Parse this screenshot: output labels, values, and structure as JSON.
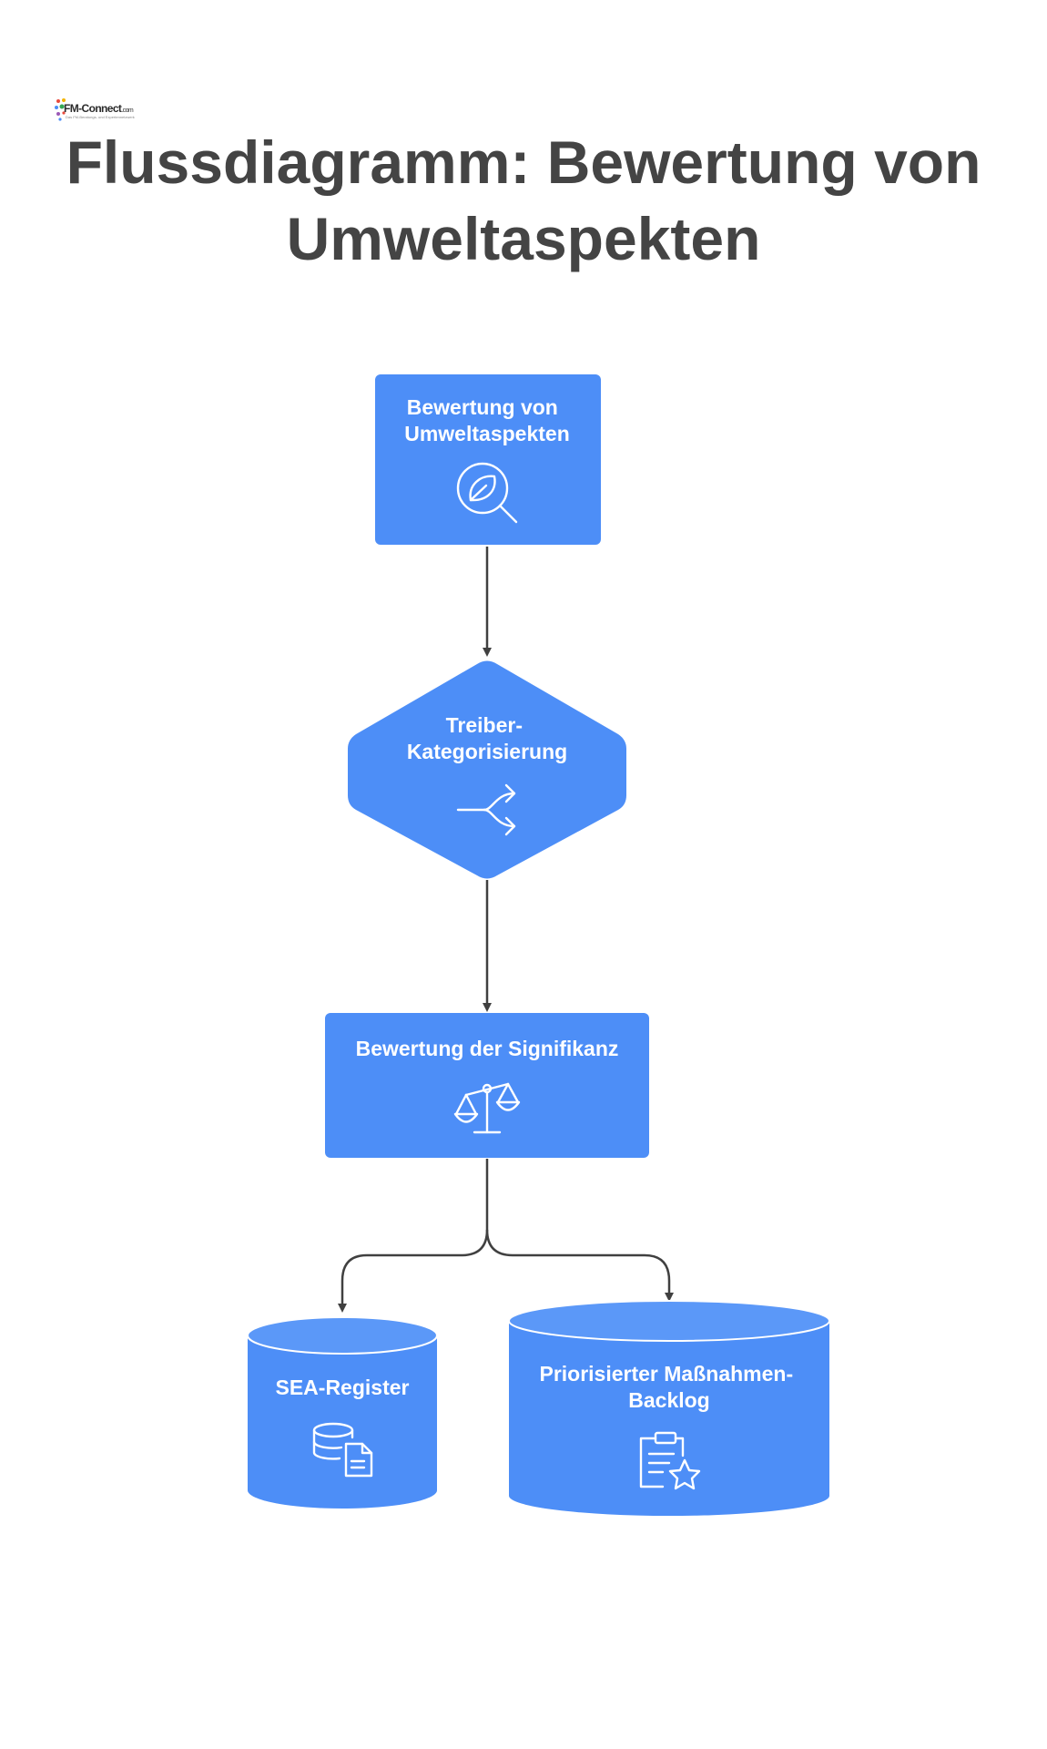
{
  "logo": {
    "text": "FM-Connect",
    "suffix": ".com",
    "tagline": "Das FM-Beratungs- und Expertennetzwerk"
  },
  "title": {
    "line1": "Flussdiagramm: Bewertung von",
    "line2": "Umweltaspekten"
  },
  "nodes": {
    "assessment": {
      "label_line1": "Bewertung von",
      "label_line2": "Umweltaspekten",
      "icon": "leaf-search-icon"
    },
    "categorization": {
      "label_line1": "Treiber-",
      "label_line2": "Kategorisierung",
      "icon": "split-arrows-icon"
    },
    "significance": {
      "label": "Bewertung der Signifikanz",
      "icon": "balance-scale-icon"
    },
    "sea_register": {
      "label": "SEA-Register",
      "icon": "database-document-icon"
    },
    "backlog": {
      "label_line1": "Priorisierter Maßnahmen-",
      "label_line2": "Backlog",
      "icon": "clipboard-star-icon"
    }
  },
  "colors": {
    "node_fill": "#4d8ef7",
    "node_top": "#5b98f8",
    "icon_stroke": "#ffffff",
    "connector": "#404040",
    "title": "#444444"
  }
}
